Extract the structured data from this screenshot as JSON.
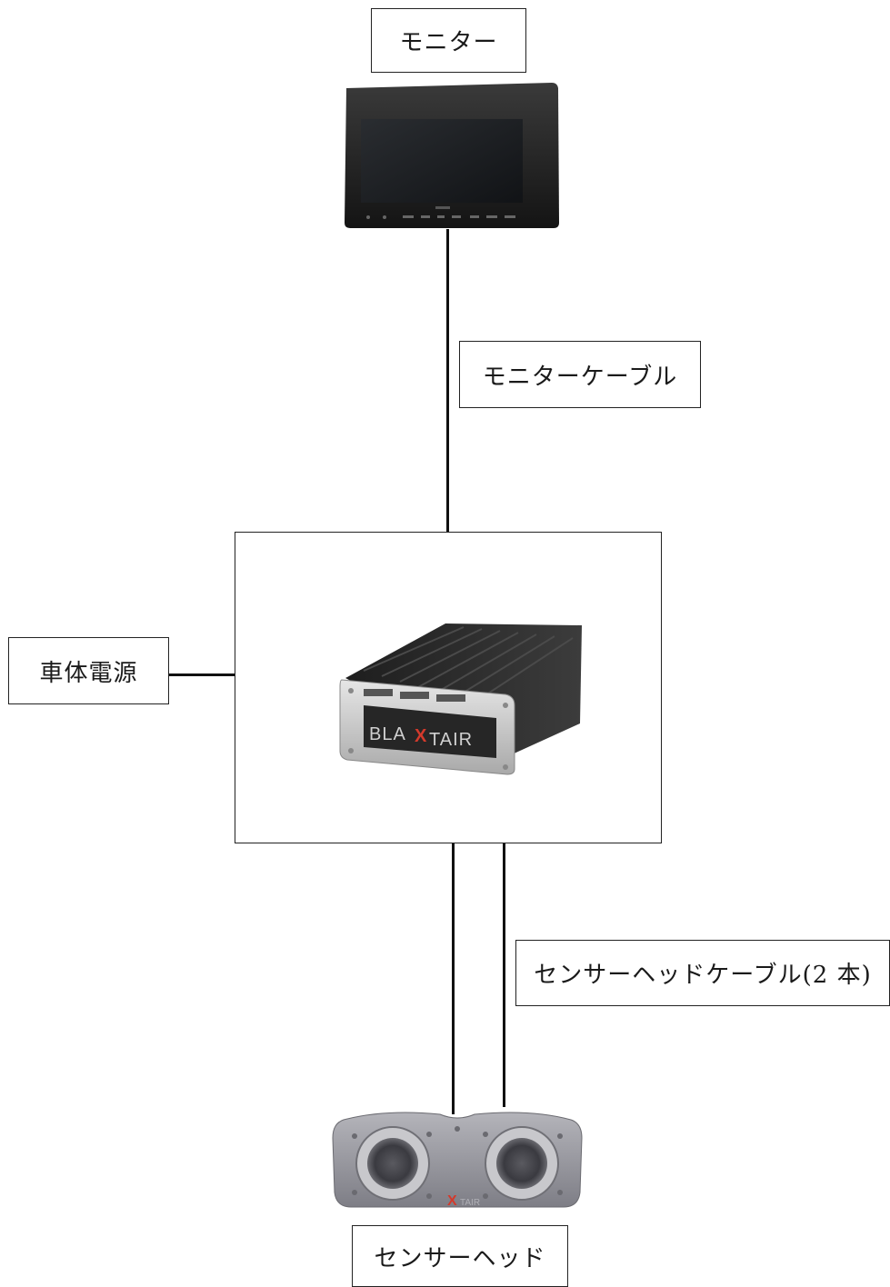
{
  "labels": {
    "monitor": "モニター",
    "monitor_cable": "モニターケーブル",
    "vehicle_power": "車体電源",
    "sensor_head_cable": "センサーヘッドケーブル(2 本)",
    "sensor_head": "センサーヘッド"
  },
  "controller_logo": {
    "left": "BLA",
    "mark": "X",
    "right": "TAIR"
  },
  "sensor_logo": {
    "mark": "X",
    "text": "TAIR"
  },
  "colors": {
    "line": "#111111",
    "logo_mark": "#d33a2c",
    "controller_body": "#2b2b2b",
    "controller_bezel": "#c9c9c9",
    "sensor_body": "#9a9aa0"
  }
}
